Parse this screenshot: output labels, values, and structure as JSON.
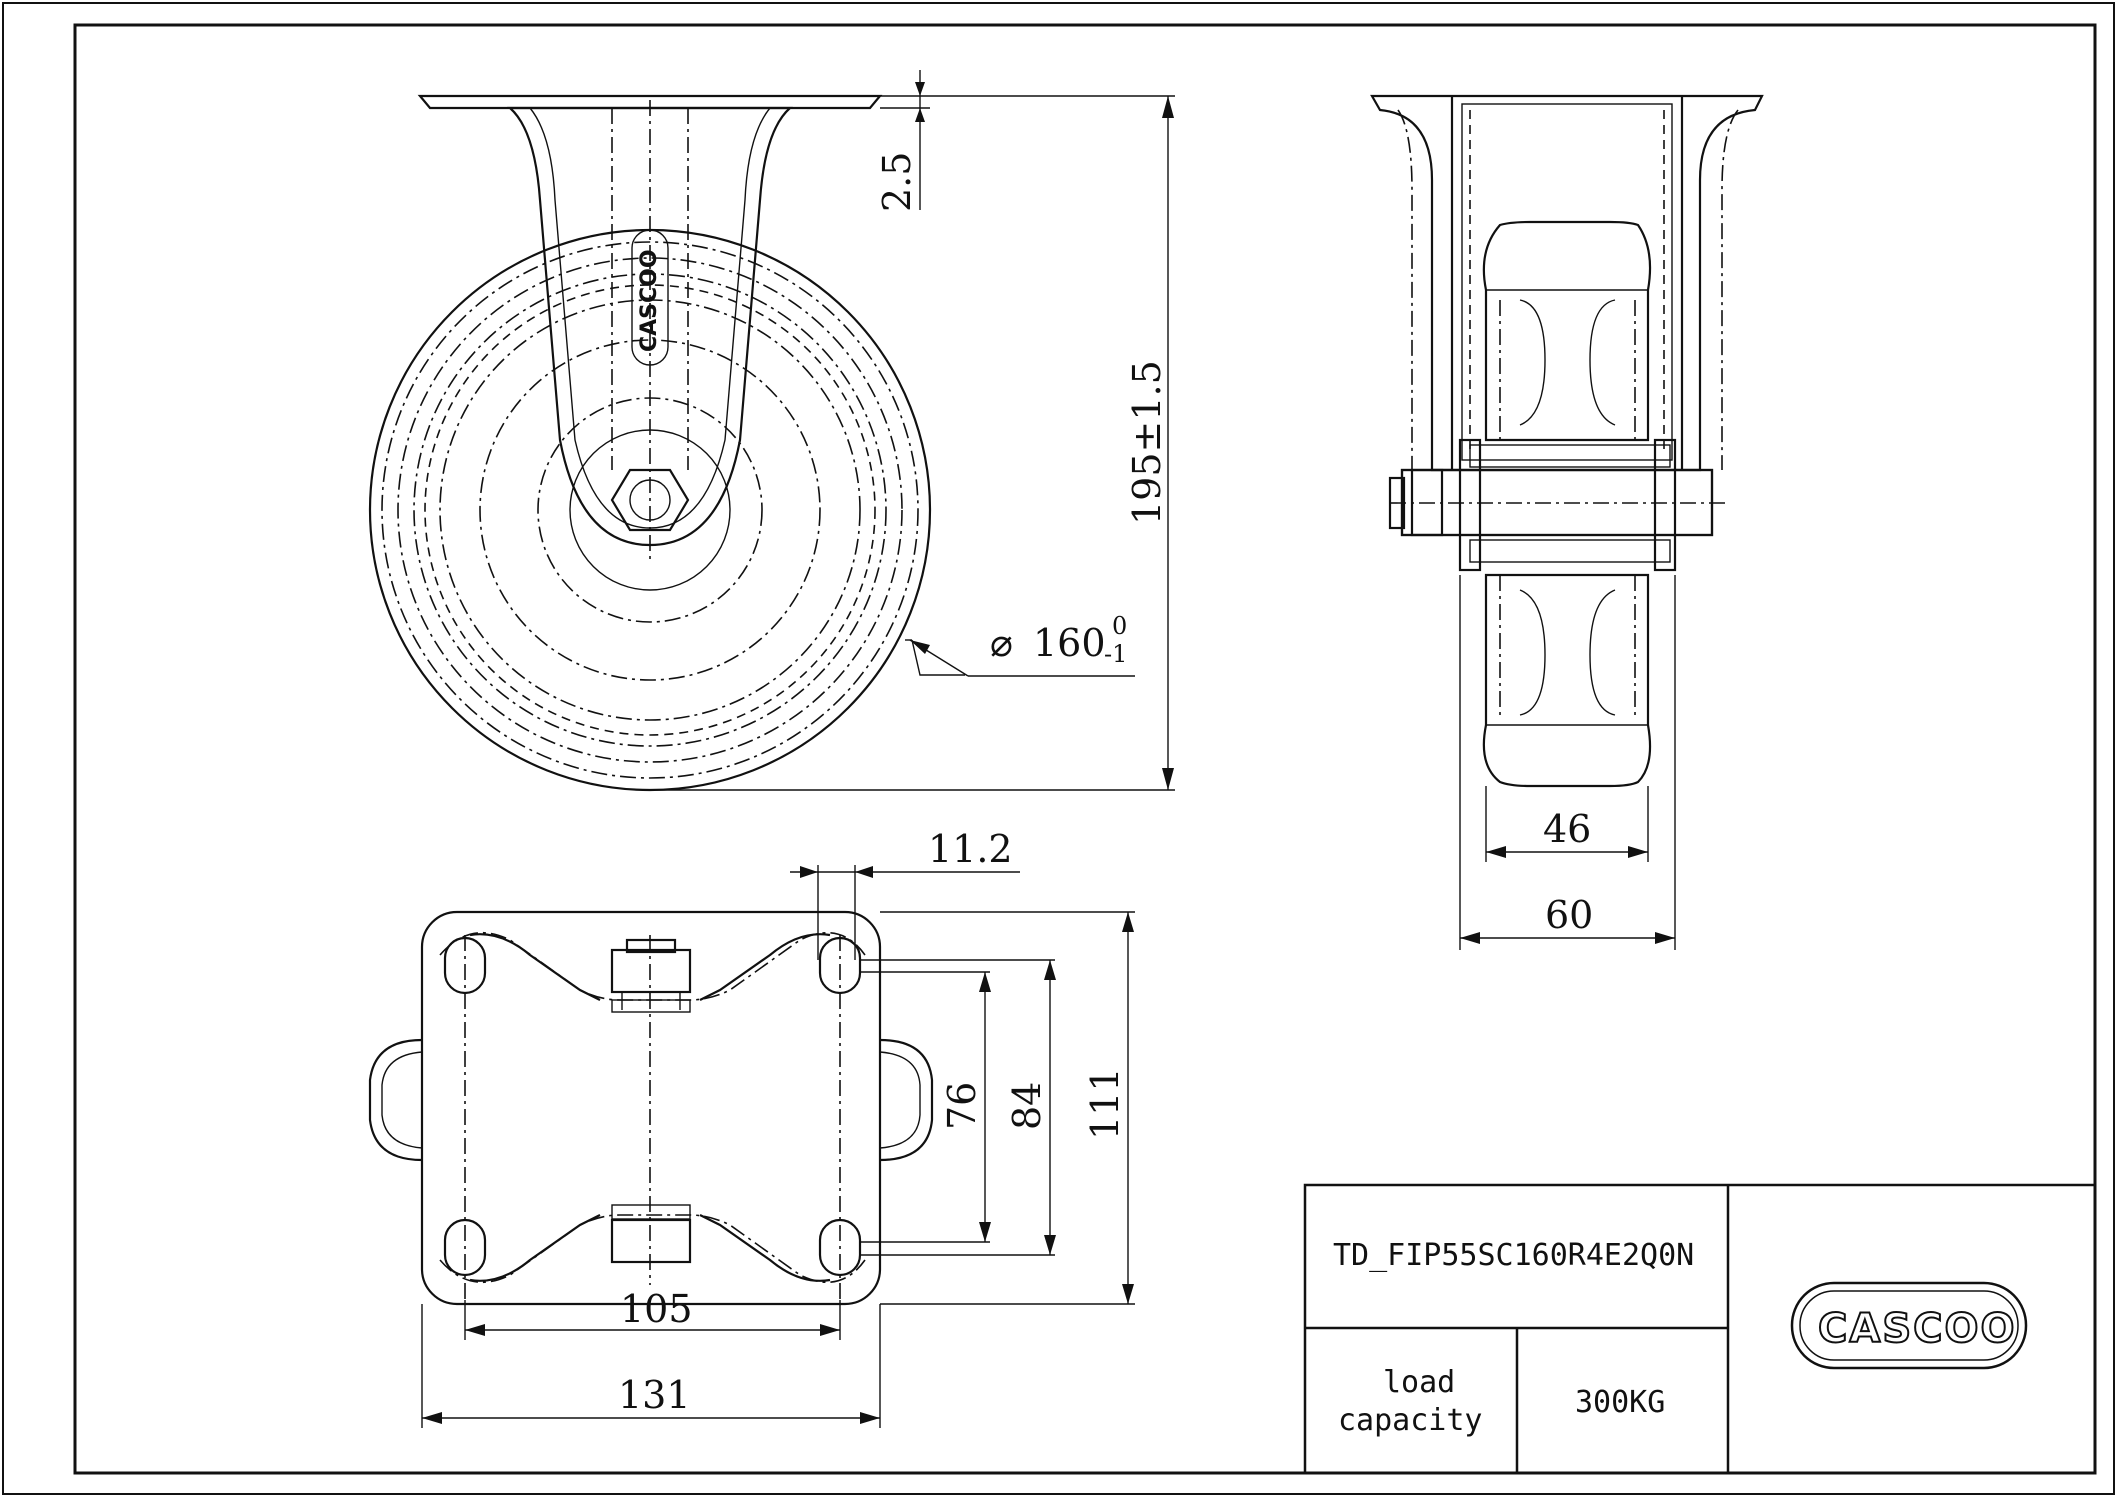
{
  "dimensions": {
    "plate_thickness": "2.5",
    "overall_height": "195±1.5",
    "wheel_diameter_symbol": "⌀",
    "wheel_diameter": "160",
    "wheel_diameter_tol_upper": "0",
    "wheel_diameter_tol_lower": "-1",
    "wheel_width": "46",
    "bracket_width": "60",
    "hole_diameter": "11.2",
    "hole_spacing_76": "76",
    "hole_spacing_84": "84",
    "plate_length_111": "111",
    "hole_spacing_105": "105",
    "plate_width_131": "131"
  },
  "title_block": {
    "part_number": "TD_FIP55SC160R4E2Q0N",
    "load_label_line1": "load",
    "load_label_line2": "capacity",
    "load_value": "300KG",
    "logo_text": "CASCOO"
  },
  "stamp_logo_text": "CASCOO"
}
